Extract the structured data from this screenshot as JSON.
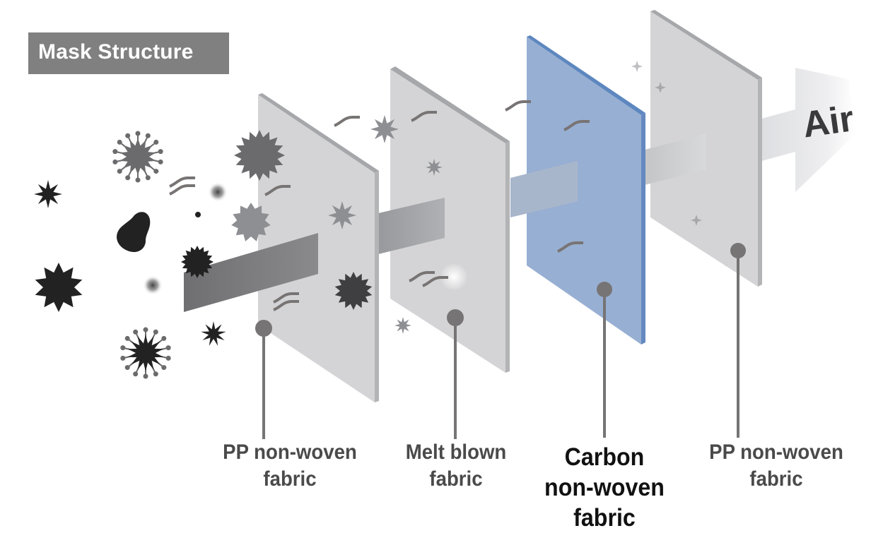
{
  "title": "Mask Structure",
  "air_label": "Air",
  "layers": [
    {
      "id": "pp-outer",
      "line1": "PP non-woven",
      "line2": "fabric",
      "line3": "",
      "color": "#d4d4d6",
      "edge": "#a6a7aa",
      "emphasis": false
    },
    {
      "id": "melt-blown",
      "line1": "Melt blown",
      "line2": "fabric",
      "line3": "",
      "color": "#d4d4d6",
      "edge": "#a6a7aa",
      "emphasis": false
    },
    {
      "id": "carbon",
      "line1": "Carbon",
      "line2": "non-woven",
      "line3": "fabric",
      "color": "#97afd2",
      "edge": "#5d87bf",
      "emphasis": true
    },
    {
      "id": "pp-inner",
      "line1": "PP non-woven",
      "line2": "fabric",
      "line3": "",
      "color": "#d4d4d6",
      "edge": "#a6a7aa",
      "emphasis": false
    }
  ],
  "colors": {
    "title_bg": "#808080",
    "pointer": "#767474",
    "particle_dark": "#222222",
    "particle_gray": "#6b6b6d",
    "particle_light": "#8e8f93",
    "air_text": "#3a3a3c"
  }
}
